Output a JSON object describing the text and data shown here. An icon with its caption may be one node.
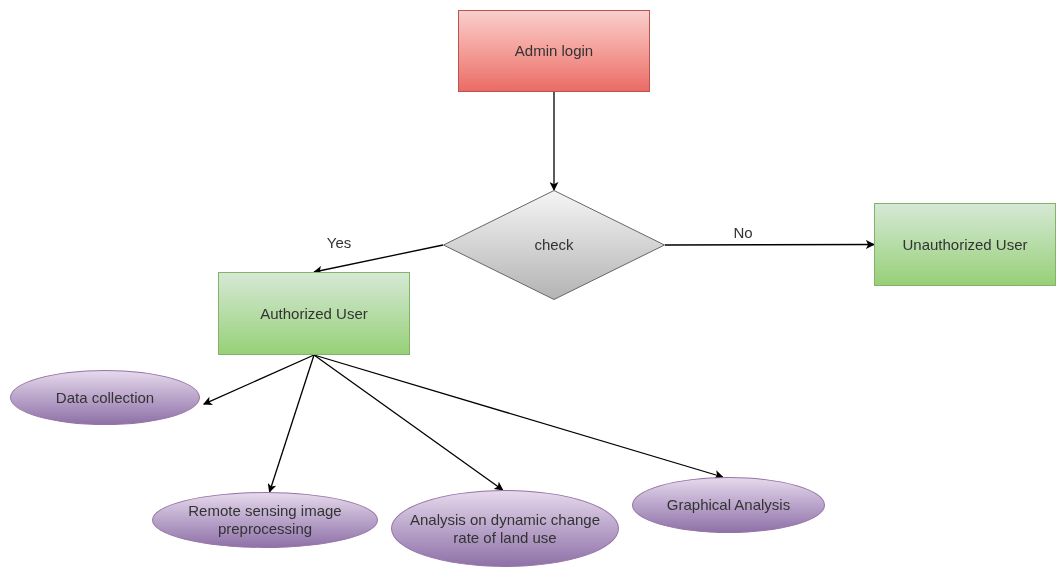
{
  "diagram": {
    "nodes": [
      {
        "text": [
          "Admin login"
        ]
      },
      {
        "text": [
          "check"
        ]
      },
      {
        "text": [
          "Unauthorized User"
        ]
      },
      {
        "text": [
          "Authorized User"
        ]
      },
      {
        "text": [
          "Data collection"
        ]
      },
      {
        "text": [
          "Remote sensing image preprocessing"
        ]
      },
      {
        "text": [
          "Analysis on dynamic change rate of land use"
        ]
      },
      {
        "text": [
          "Graphical Analysis"
        ]
      }
    ],
    "edges": [
      {
        "from": 0,
        "to": 1,
        "arrow": "to"
      },
      {
        "from": 1,
        "to": 3,
        "label": "Yes",
        "arrow": "to"
      },
      {
        "from": 1,
        "to": 2,
        "label": "No",
        "arrow": "to"
      },
      {
        "from": 3,
        "to": 4,
        "arrow": "to"
      },
      {
        "from": 3,
        "to": 5,
        "arrow": "to"
      },
      {
        "from": 3,
        "to": 6,
        "arrow": "to"
      },
      {
        "from": 3,
        "to": 7,
        "arrow": "to"
      }
    ]
  }
}
